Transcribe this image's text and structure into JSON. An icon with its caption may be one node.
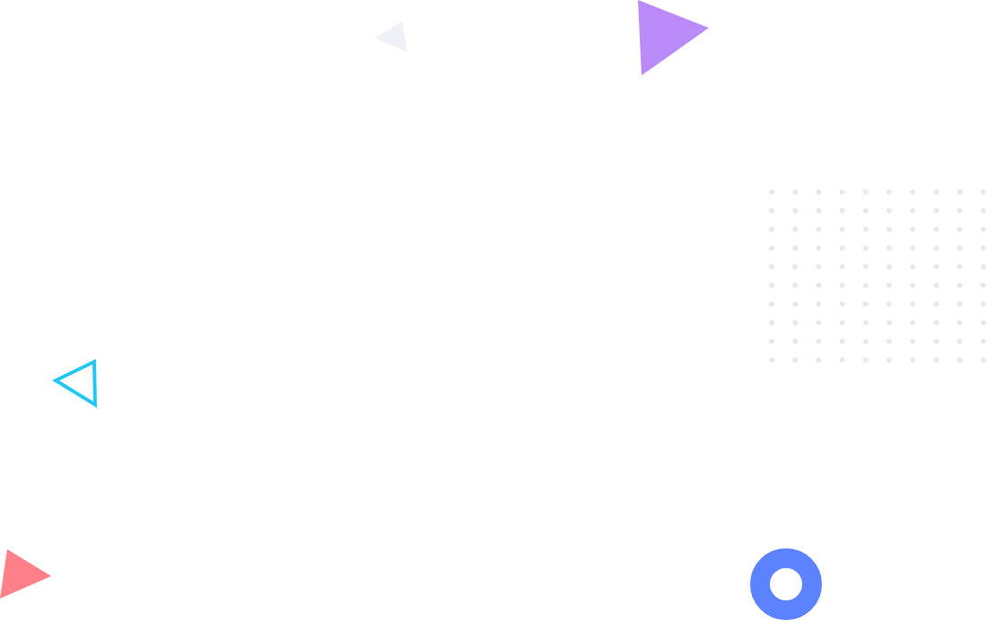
{
  "diagram": {
    "nodes": [
      {
        "text": [],
        "shape": "triangle"
      },
      {
        "text": [],
        "shape": "triangle"
      },
      {
        "text": [],
        "shape": "triangle"
      },
      {
        "text": [],
        "shape": "triangle"
      },
      {
        "text": [],
        "shape": "circle"
      }
    ]
  }
}
